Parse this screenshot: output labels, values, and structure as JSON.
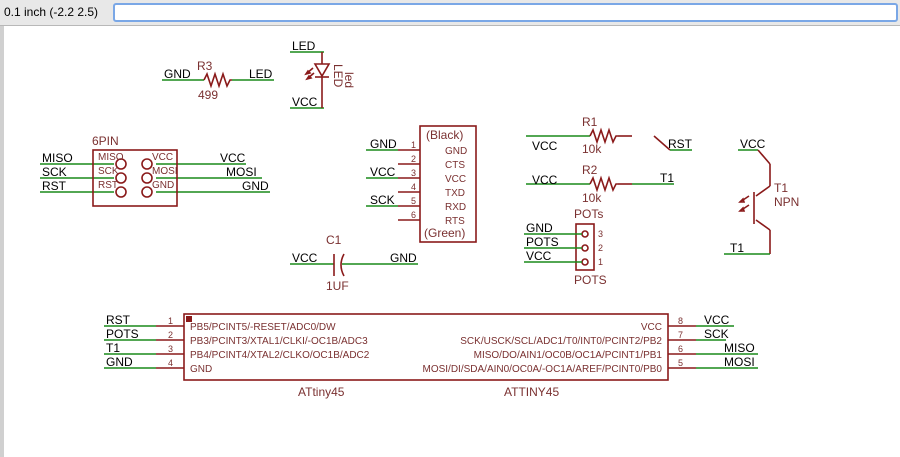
{
  "toolbar": {
    "coordinate_readout": "0.1 inch (-2.2 2.5)",
    "command_value": ""
  },
  "r3": {
    "name": "R3",
    "value": "499",
    "net_left": "GND",
    "net_right": "LED"
  },
  "led": {
    "net_top": "LED",
    "net_bottom": "VCC",
    "name": "LED",
    "value": "led"
  },
  "isp": {
    "name": "6PIN",
    "pins_left": [
      "MISO",
      "SCK",
      "RST"
    ],
    "pins_right": [
      "VCC",
      "MOSI",
      "GND"
    ],
    "nets_left": [
      "MISO",
      "SCK",
      "RST"
    ],
    "nets_right": [
      "VCC",
      "MOSI",
      "GND"
    ]
  },
  "ftdi": {
    "title": "(Black)",
    "footer": "(Green)",
    "pins": [
      "GND",
      "CTS",
      "VCC",
      "TXD",
      "RXD",
      "RTS"
    ],
    "numbers": [
      "1",
      "2",
      "3",
      "4",
      "5",
      "6"
    ],
    "nets": [
      "GND",
      "VCC",
      "SCK"
    ]
  },
  "r1": {
    "name": "R1",
    "value": "10k",
    "net_left": "VCC",
    "net_right": "RST"
  },
  "r2": {
    "name": "R2",
    "value": "10k",
    "net_left": "VCC",
    "net_right": "T1"
  },
  "pots": {
    "name": "POTs",
    "value": "POTS",
    "nets": [
      "GND",
      "POTS",
      "VCC"
    ],
    "numbers": [
      "3",
      "2",
      "1"
    ]
  },
  "t1": {
    "name": "T1",
    "value": "NPN",
    "net_top": "VCC",
    "net_bottom": "T1"
  },
  "c1": {
    "name": "C1",
    "value": "1UF",
    "net_left": "VCC",
    "net_right": "GND"
  },
  "attiny": {
    "name": "ATtiny45",
    "value": "ATTINY45",
    "pins_left": [
      "PB5/PCINT5/-RESET/ADC0/DW",
      "PB3/PCINT3/XTAL1/CLKI/-OC1B/ADC3",
      "PB4/PCINT4/XTAL2/CLKO/OC1B/ADC2",
      "GND"
    ],
    "numbers_left": [
      "1",
      "2",
      "3",
      "4"
    ],
    "nets_left": [
      "RST",
      "POTS",
      "T1",
      "GND"
    ],
    "pins_right": [
      "VCC",
      "SCK/USCK/SCL/ADC1/T0/INT0/PCINT2/PB2",
      "MISO/DO/AIN1/OC0B/OC1A/PCINT1/PB1",
      "MOSI/DI/SDA/AIN0/OC0A/-OC1A/AREF/PCINT0/PB0"
    ],
    "numbers_right": [
      "8",
      "7",
      "6",
      "5"
    ],
    "nets_right": [
      "VCC",
      "SCK",
      "MISO",
      "MOSI"
    ]
  }
}
